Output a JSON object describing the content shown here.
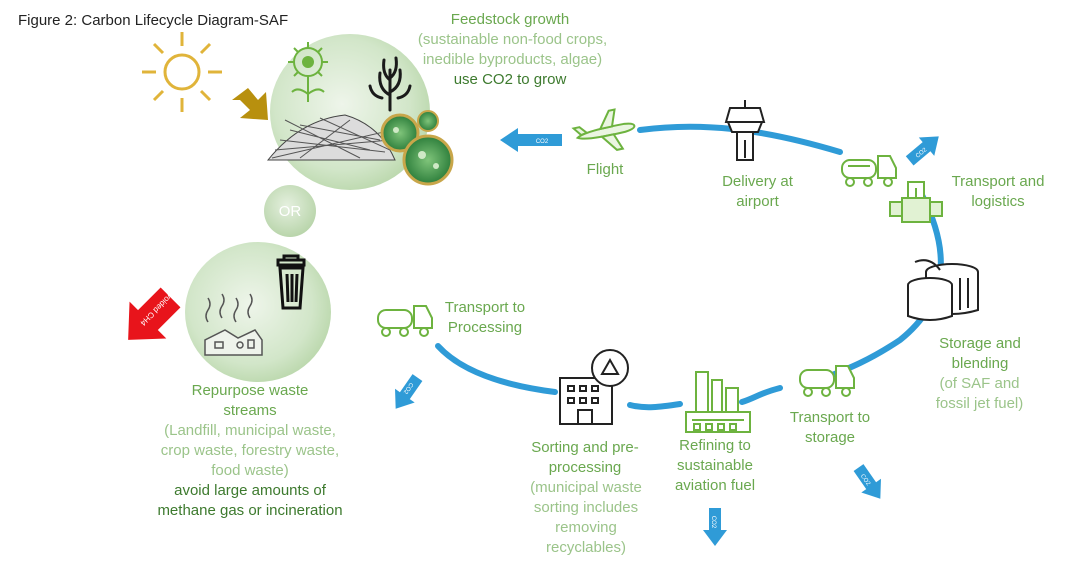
{
  "title": "Figure 2: Carbon Lifecycle Diagram-SAF",
  "feedstock": {
    "heading": "Feedstock growth",
    "detail": "(sustainable non-food crops, inedible byproducts, algae)",
    "action": "use CO2 to grow"
  },
  "or_label": "OR",
  "waste": {
    "heading": "Repurpose waste streams",
    "detail": "(Landfill, municipal waste, crop waste, forestry waste, food waste)",
    "action": "avoid large amounts of methane gas or incineration",
    "arrow_label": "Avoided CH4"
  },
  "stages": {
    "flight": "Flight",
    "delivery": "Delivery at airport",
    "transport_logistics": "Transport and logistics",
    "storage": "Storage and blending",
    "storage_detail": "(of SAF and fossil jet fuel)",
    "transport_storage": "Transport to storage",
    "refining": "Refining to sustainable aviation fuel",
    "sorting": "Sorting and pre-processing",
    "sorting_detail": "(municipal waste sorting includes removing recyclables)",
    "transport_processing": "Transport to Processing"
  },
  "co2_label": "CO2",
  "colors": {
    "cycle_blue": "#2f9bd7",
    "green_text": "#6aa84f",
    "dark_green_text": "#3d7a2e",
    "light_green_text": "#9bc48a",
    "red_arrow": "#e8141b",
    "sun": "#e0b43a",
    "gold_arrow": "#b8900e",
    "icon_green": "#6db33f"
  }
}
